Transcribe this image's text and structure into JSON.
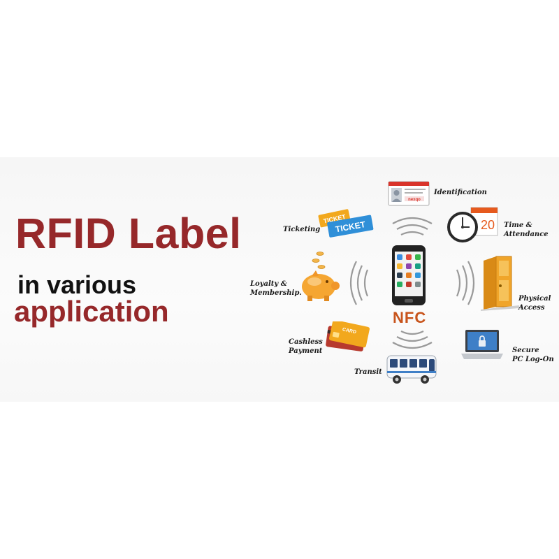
{
  "headline": {
    "title": "RFID Label",
    "line2": "in various",
    "line3": "application"
  },
  "hub": {
    "label": "NFC"
  },
  "applications": [
    {
      "label": "Identification",
      "icon": "id-card-icon"
    },
    {
      "label": "Time &",
      "label2": "Attendance",
      "icon": "clock-calendar-icon"
    },
    {
      "label": "Physical",
      "label2": "Access",
      "icon": "door-icon"
    },
    {
      "label": "Secure",
      "label2": "PC Log-On",
      "icon": "laptop-lock-icon"
    },
    {
      "label": "Transit",
      "icon": "bus-icon"
    },
    {
      "label": "Cashless",
      "label2": "Payment",
      "icon": "payment-card-icon"
    },
    {
      "label": "Loyalty &",
      "label2": "Membership.",
      "icon": "piggy-bank-icon"
    },
    {
      "label": "Ticketing",
      "icon": "ticket-icon"
    }
  ],
  "icon_text": {
    "ticket_small": "TICKET",
    "ticket_big": "TICKET",
    "card": "CARD",
    "calendar_day": "20",
    "id_brand": "nexqo"
  },
  "colors": {
    "headline": "#96282a",
    "nfc": "#c8541c",
    "ticket": "#2f8fd8",
    "ticket_back": "#f2a81d",
    "door": "#f0a52a",
    "calendar": "#e65a1e"
  }
}
